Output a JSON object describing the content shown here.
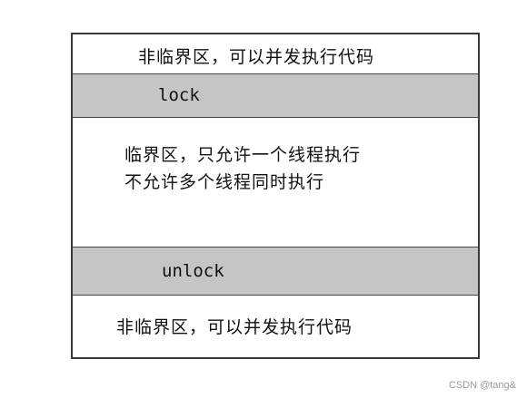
{
  "diagram": {
    "top_section": "非临界区，可以并发执行代码",
    "lock_section": "lock",
    "critical_line1": "临界区，只允许一个线程执行",
    "critical_line2": "不允许多个线程同时执行",
    "unlock_section": "unlock",
    "bottom_section": "非临界区，可以并发执行代码"
  },
  "watermark": "CSDN @tang&"
}
